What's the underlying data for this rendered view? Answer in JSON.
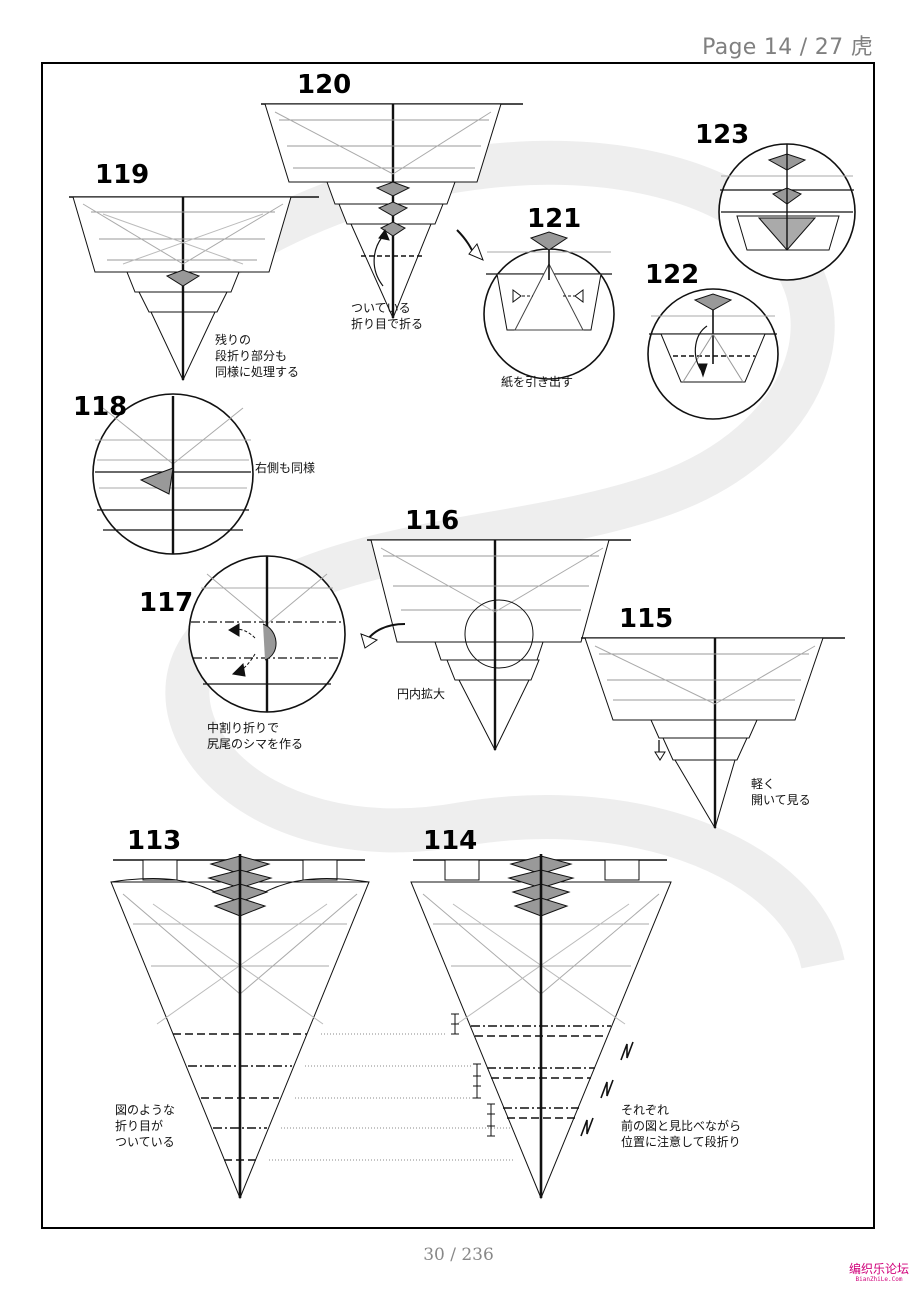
{
  "header": {
    "page_label": "Page 14 / 27 虎"
  },
  "steps": {
    "s113": "113",
    "s114": "114",
    "s115": "115",
    "s116": "116",
    "s117": "117",
    "s118": "118",
    "s119": "119",
    "s120": "120",
    "s121": "121",
    "s122": "122",
    "s123": "123"
  },
  "notes": {
    "n119": "残りの\n段折り部分も\n同様に処理する",
    "n120": "ついている\n折り目で折る",
    "n121": "紙を引き出す",
    "n118": "右側も同様",
    "n116": "円内拡大",
    "n117": "中割り折りで\n尻尾のシマを作る",
    "n115": "軽く\n開いて見る",
    "n113": "図のような\n折り目が\nついている",
    "n114": "それぞれ\n前の図と見比べながら\n位置に注意して段折り"
  },
  "footer": {
    "page_count": "30 / 236"
  },
  "watermark": {
    "main": "编织乐论坛",
    "sub": "BianZhiLe.Com"
  }
}
